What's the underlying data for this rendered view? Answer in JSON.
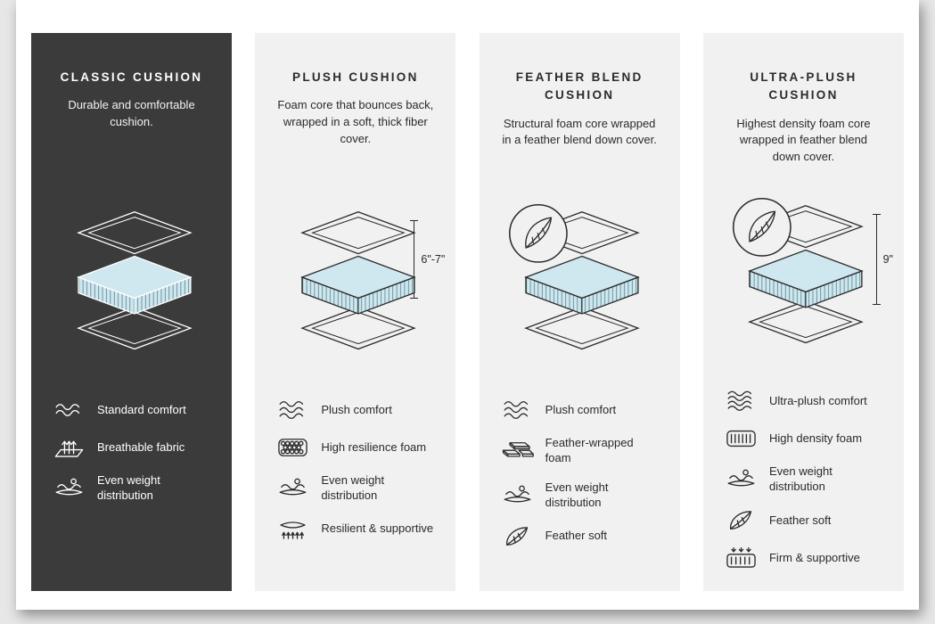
{
  "colors": {
    "page_background": "#e7e7e7",
    "card_background": "#ffffff",
    "dark_column_background": "#3b3b3b",
    "light_column_background": "#f1f1f1",
    "cushion_foam_blue": "#cfe7ee",
    "line_dark": "#2b2b2b",
    "line_light": "#ffffff"
  },
  "columns": [
    {
      "id": "classic",
      "theme": "dark",
      "title": "CLASSIC CUSHION",
      "description": "Durable and comfortable cushion.",
      "has_feather_badge": false,
      "features": [
        {
          "icon": "wave-icon",
          "label": "Standard comfort"
        },
        {
          "icon": "breathable-icon",
          "label": "Breathable fabric"
        },
        {
          "icon": "even-weight-icon",
          "label": "Even weight distribution"
        }
      ]
    },
    {
      "id": "plush",
      "theme": "light",
      "title": "PLUSH CUSHION",
      "description": "Foam core that bounces back, wrapped in a soft, thick fiber cover.",
      "measurement": "6\"-7\"",
      "has_feather_badge": false,
      "features": [
        {
          "icon": "wave-icon",
          "label": "Plush comfort"
        },
        {
          "icon": "foam-bubbles-icon",
          "label": "High resilience foam"
        },
        {
          "icon": "even-weight-icon",
          "label": "Even weight distribution"
        },
        {
          "icon": "spring-icon",
          "label": "Resilient & supportive"
        }
      ]
    },
    {
      "id": "feather-blend",
      "theme": "light",
      "title": "FEATHER BLEND CUSHION",
      "description": "Structural foam core wrapped in a feather blend down cover.",
      "has_feather_badge": true,
      "features": [
        {
          "icon": "wave-icon",
          "label": "Plush comfort"
        },
        {
          "icon": "bricks-icon",
          "label": "Feather-wrapped foam"
        },
        {
          "icon": "even-weight-icon",
          "label": "Even weight distribution"
        },
        {
          "icon": "feather-icon",
          "label": "Feather soft"
        }
      ]
    },
    {
      "id": "ultra-plush",
      "theme": "light",
      "title": "ULTRA-PLUSH CUSHION",
      "description": "Highest density foam core wrapped in feather blend down cover.",
      "measurement": "9\"",
      "has_feather_badge": true,
      "features": [
        {
          "icon": "wave-icon",
          "label": "Ultra-plush comfort"
        },
        {
          "icon": "density-foam-icon",
          "label": "High density foam"
        },
        {
          "icon": "even-weight-icon",
          "label": "Even weight distribution"
        },
        {
          "icon": "feather-icon",
          "label": "Feather soft"
        },
        {
          "icon": "firm-icon",
          "label": "Firm & supportive"
        }
      ]
    }
  ]
}
